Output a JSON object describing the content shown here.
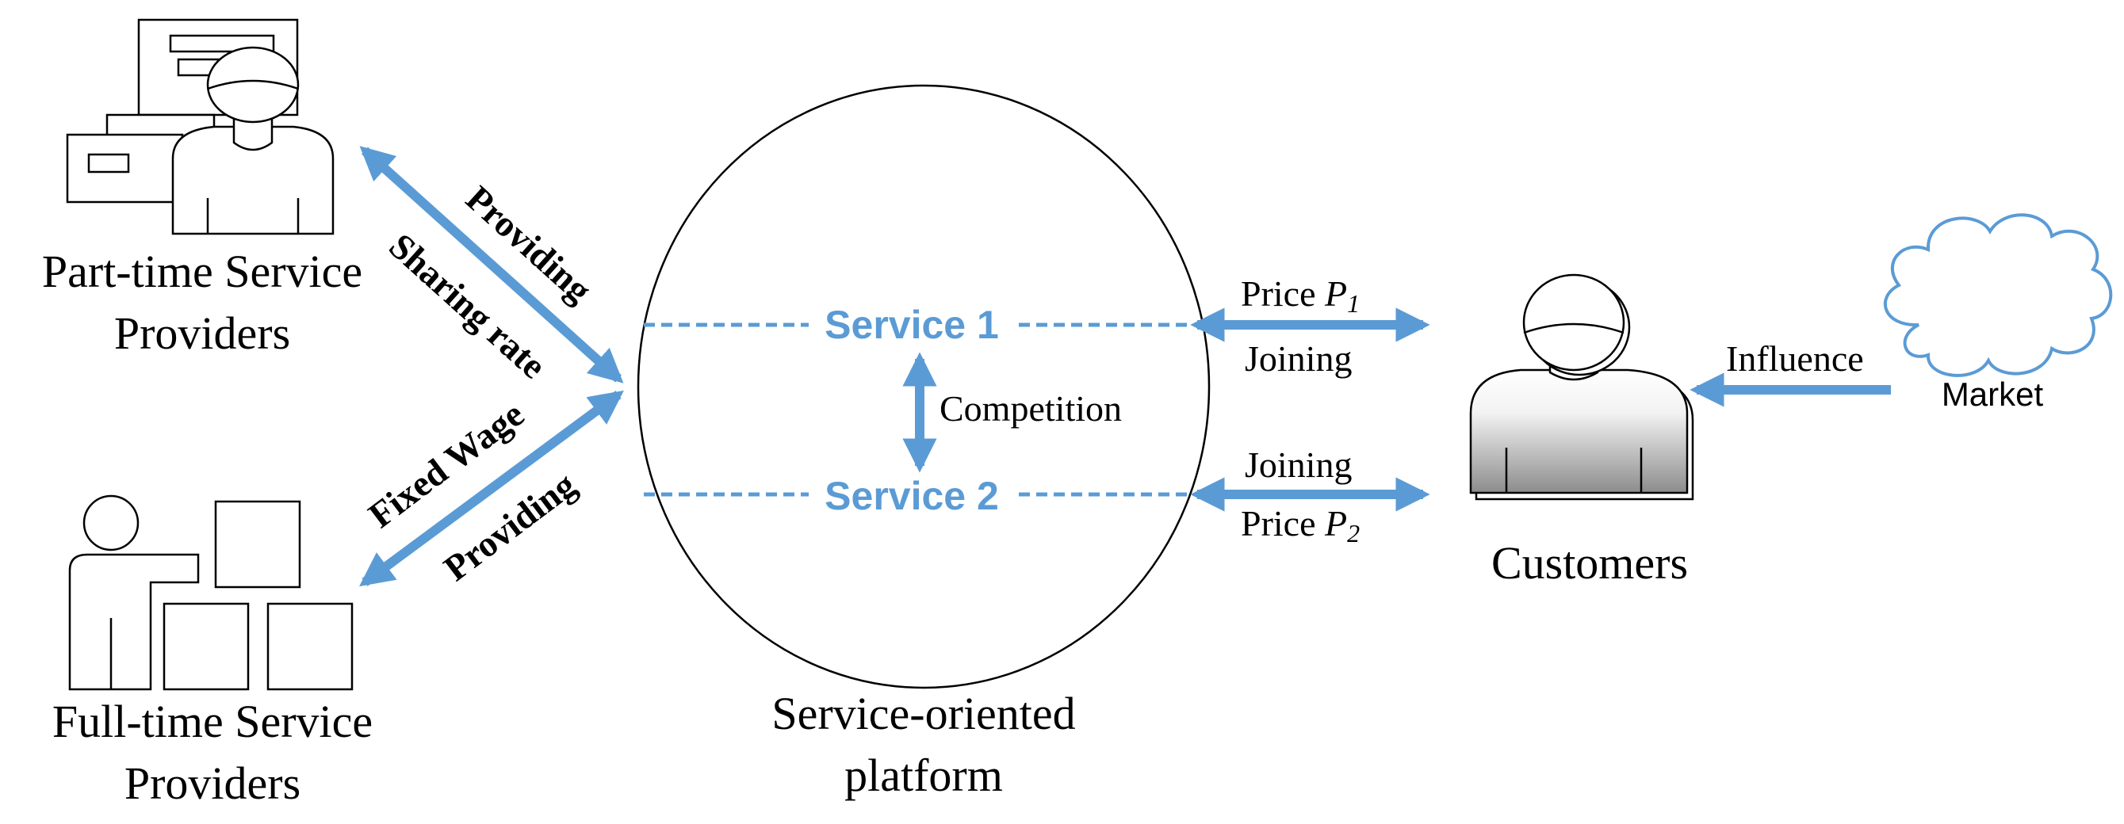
{
  "colors": {
    "accent": "#5B9BD5",
    "service_text": "#5B9BD5",
    "dashed_line": "#5B9BD5",
    "customer_gradient_top": "#ffffff",
    "customer_gradient_bottom": "#8c8c8c"
  },
  "icons": {
    "part_time": "person-with-documents-icon",
    "full_time": "person-with-boxes-icon",
    "customers": "customer-person-icon",
    "market": "cloud-icon"
  },
  "nodes": {
    "part_time": {
      "line1": "Part-time Service",
      "line2": "Providers"
    },
    "full_time": {
      "line1": "Full-time Service",
      "line2": "Providers"
    },
    "platform": {
      "line1": "Service-oriented",
      "line2": "platform"
    },
    "customers": "Customers",
    "market": "Market"
  },
  "services": {
    "service1": "Service 1",
    "service2": "Service 2",
    "competition": "Competition"
  },
  "edges": {
    "part_time_providing": "Providing",
    "part_time_sharing": "Sharing rate",
    "full_time_wage": "Fixed Wage",
    "full_time_providing": "Providing",
    "s1_price": "Price ",
    "s1_price_var": "P",
    "s1_price_sub": "1",
    "s1_joining": "Joining",
    "s2_joining": "Joining",
    "s2_price": "Price ",
    "s2_price_var": "P",
    "s2_price_sub": "2",
    "influence": "Influence"
  }
}
